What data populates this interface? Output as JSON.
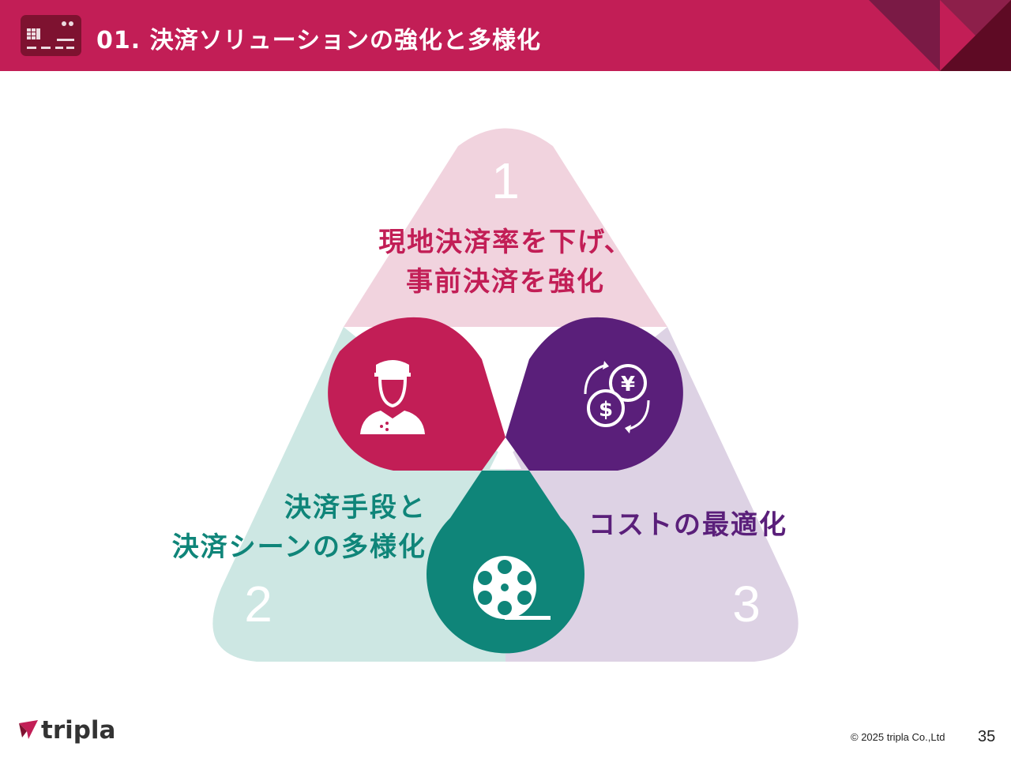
{
  "header": {
    "title": "01. 決済ソリューションの強化と多様化",
    "icon": "payment-terminal-icon"
  },
  "colors": {
    "header": "#c21e56",
    "section1": "#c21e56",
    "section2": "#0f8579",
    "section3": "#5a1f7a",
    "section1_light": "#f1d3de",
    "section2_light": "#cde7e3",
    "section3_light": "#ddd2e4"
  },
  "sections": [
    {
      "number": "1",
      "lines": [
        "現地決済率を下げ、",
        "事前決済を強化"
      ],
      "icon": "hotel-staff-icon"
    },
    {
      "number": "2",
      "lines": [
        "決済手段と",
        "決済シーンの多様化"
      ],
      "icon": "film-reel-icon"
    },
    {
      "number": "3",
      "lines": [
        "コストの最適化"
      ],
      "icon": "currency-exchange-icon"
    }
  ],
  "footer": {
    "logo": "tripla",
    "copyright": "© 2025 tripla Co.,Ltd",
    "page": "35"
  }
}
